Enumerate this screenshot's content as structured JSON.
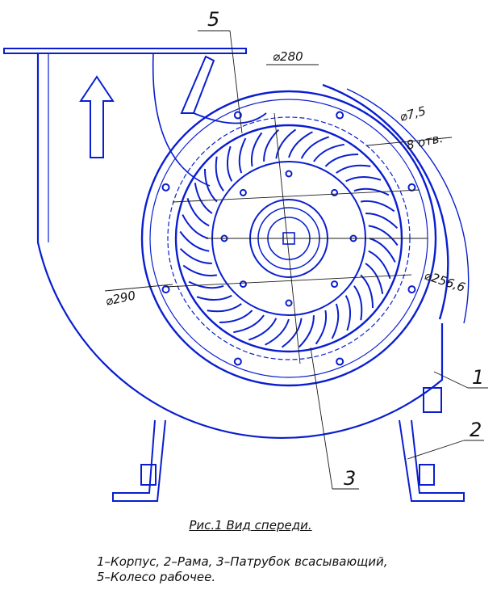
{
  "figure": {
    "callouts": [
      "5",
      "1",
      "2",
      "3"
    ],
    "dimensions": {
      "d280": "⌀280",
      "d290": "⌀290",
      "d256": "⌀256,6",
      "d7_5": "⌀7,5",
      "holes": "8 отв."
    }
  },
  "caption": "Рис.1 Вид спереди.",
  "legend": {
    "line1": "1–Корпус, 2–Рама, 3–Патрубок всасывающий,",
    "line2": "5–Колесо рабочее."
  },
  "colors": {
    "drawing": "#0a1ecf",
    "leader": "#1a1a1a"
  }
}
